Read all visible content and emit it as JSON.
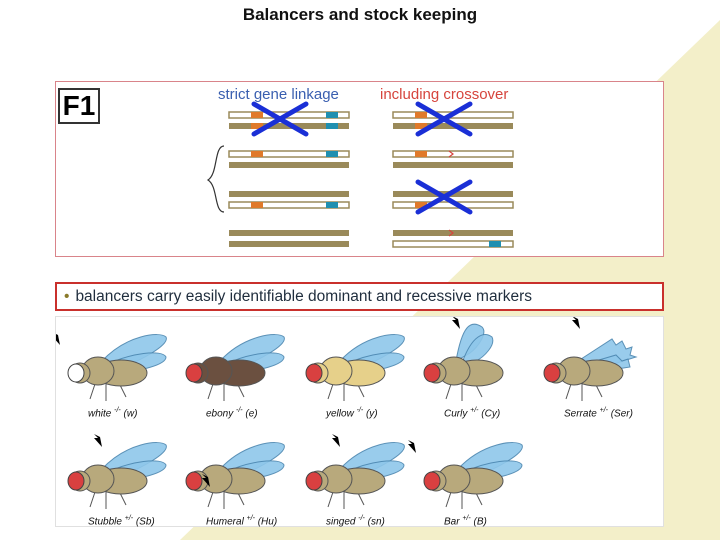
{
  "slide": {
    "title": "Balancers and stock keeping"
  },
  "f1_panel": {
    "badge": "F1",
    "col1_title": "strict gene linkage",
    "col2_title": "including crossover",
    "colors": {
      "col1_title": "#3a5fb0",
      "col2_title": "#d6453d",
      "chromosome": "#9a8a5a",
      "marker_orange": "#e07a2a",
      "marker_teal": "#1f8fb0",
      "cross": "#1a2fd6"
    }
  },
  "bullet": {
    "text": "balancers carry easily identifiable dominant and recessive markers"
  },
  "flies": [
    {
      "name": "white",
      "sup": "-/-",
      "abbr": "(w)",
      "body": "#b8a97c",
      "eye": "#ffffff",
      "arrow": "eye",
      "wing": "normal"
    },
    {
      "name": "ebony",
      "sup": "-/-",
      "abbr": "(e)",
      "body": "#6b5040",
      "eye": "#d94040",
      "arrow": "none",
      "wing": "normal"
    },
    {
      "name": "yellow",
      "sup": "-/-",
      "abbr": "(y)",
      "body": "#e6d08a",
      "eye": "#d94040",
      "arrow": "none",
      "wing": "normal"
    },
    {
      "name": "Curly",
      "sup": "+/-",
      "abbr": "(Cy)",
      "body": "#b8a97c",
      "eye": "#d94040",
      "arrow": "wing",
      "wing": "curly"
    },
    {
      "name": "Serrate",
      "sup": "+/-",
      "abbr": "(Ser)",
      "body": "#b8a97c",
      "eye": "#d94040",
      "arrow": "wing",
      "wing": "serrate"
    },
    {
      "name": "Stubble",
      "sup": "+/-",
      "abbr": "(Sb)",
      "body": "#b8a97c",
      "eye": "#d94040",
      "arrow": "back",
      "wing": "normal"
    },
    {
      "name": "Humeral",
      "sup": "+/-",
      "abbr": "(Hu)",
      "body": "#b8a97c",
      "eye": "#d94040",
      "arrow": "shoulder",
      "wing": "normal"
    },
    {
      "name": "singed",
      "sup": "-/-",
      "abbr": "(sn)",
      "body": "#b8a97c",
      "eye": "#d94040",
      "arrow": "back",
      "wing": "normal"
    },
    {
      "name": "Bar",
      "sup": "+/-",
      "abbr": "(B)",
      "body": "#b8a97c",
      "eye": "#d94040",
      "arrow": "eye",
      "wing": "normal"
    }
  ]
}
